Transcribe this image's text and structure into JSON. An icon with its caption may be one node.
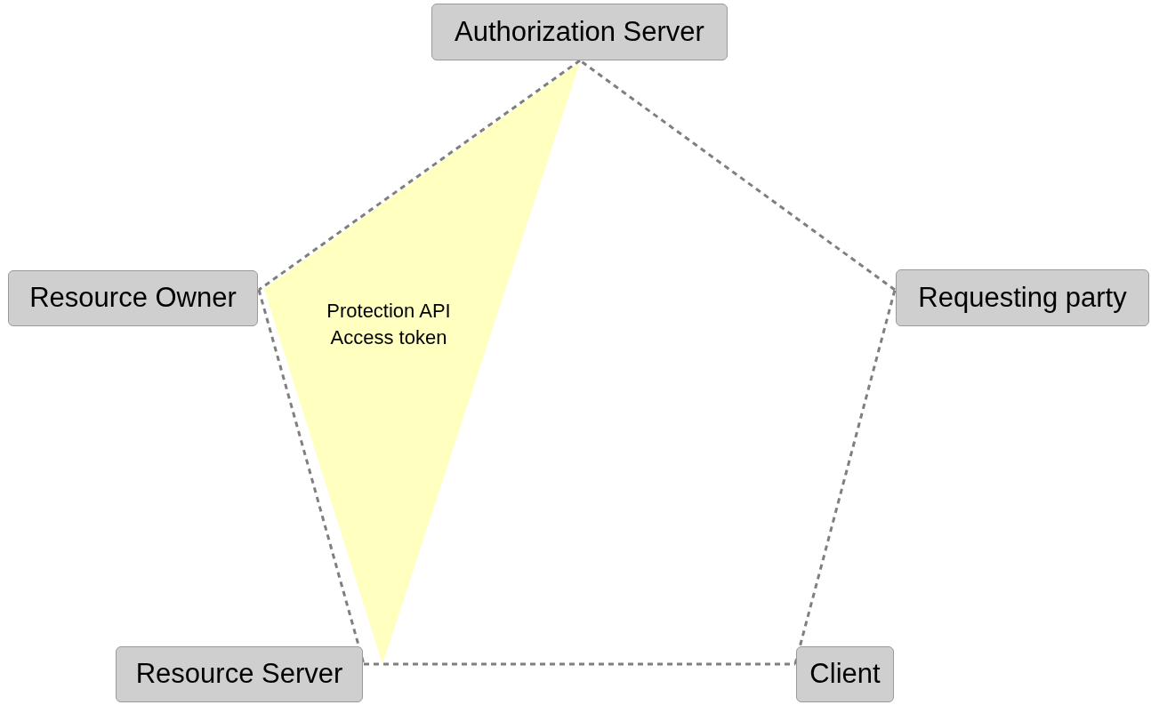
{
  "diagram": {
    "nodes": [
      {
        "text": [
          "Authorization Server"
        ]
      },
      {
        "text": [
          "Resource Owner"
        ]
      },
      {
        "text": [
          "Requesting party"
        ]
      },
      {
        "text": [
          "Resource Server"
        ]
      },
      {
        "text": [
          "Client"
        ]
      },
      {
        "text": [
          "Protection API Access token"
        ]
      }
    ],
    "edges": [
      {
        "from": 0,
        "to": 1,
        "arrow": "none",
        "style": "dashed"
      },
      {
        "from": 1,
        "to": 3,
        "arrow": "none",
        "style": "dashed"
      },
      {
        "from": 3,
        "to": 4,
        "arrow": "none",
        "style": "dashed"
      },
      {
        "from": 4,
        "to": 2,
        "arrow": "none",
        "style": "dashed"
      },
      {
        "from": 2,
        "to": 0,
        "arrow": "none",
        "style": "dashed"
      }
    ]
  }
}
